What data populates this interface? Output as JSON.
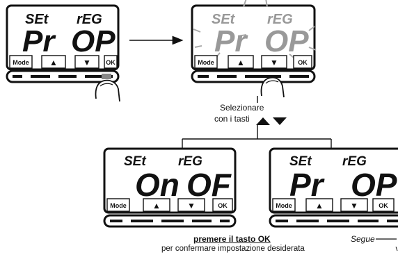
{
  "panels": {
    "p1": {
      "top_left": "SEt",
      "top_right": "rEG",
      "main_left": "Pr",
      "main_right": "OP"
    },
    "p2": {
      "top_left": "SEt",
      "top_right": "rEG",
      "main_left": "Pr",
      "main_right": "OP"
    },
    "p3": {
      "top_left": "SEt",
      "top_right": "rEG",
      "main_left": "On",
      "main_right": "OF"
    },
    "p4": {
      "top_left": "SEt",
      "top_right": "rEG",
      "main_left": "Pr",
      "main_right": "OP"
    }
  },
  "buttons": {
    "mode": "Mode",
    "up": "▲",
    "down": "▼",
    "ok": "OK"
  },
  "captions": {
    "select_line1": "Selezionare",
    "select_line2": "con i tasti",
    "press_ok": "premere il tasto OK",
    "confirm": "per confermare impostazione desiderata",
    "continue": "Segue"
  }
}
